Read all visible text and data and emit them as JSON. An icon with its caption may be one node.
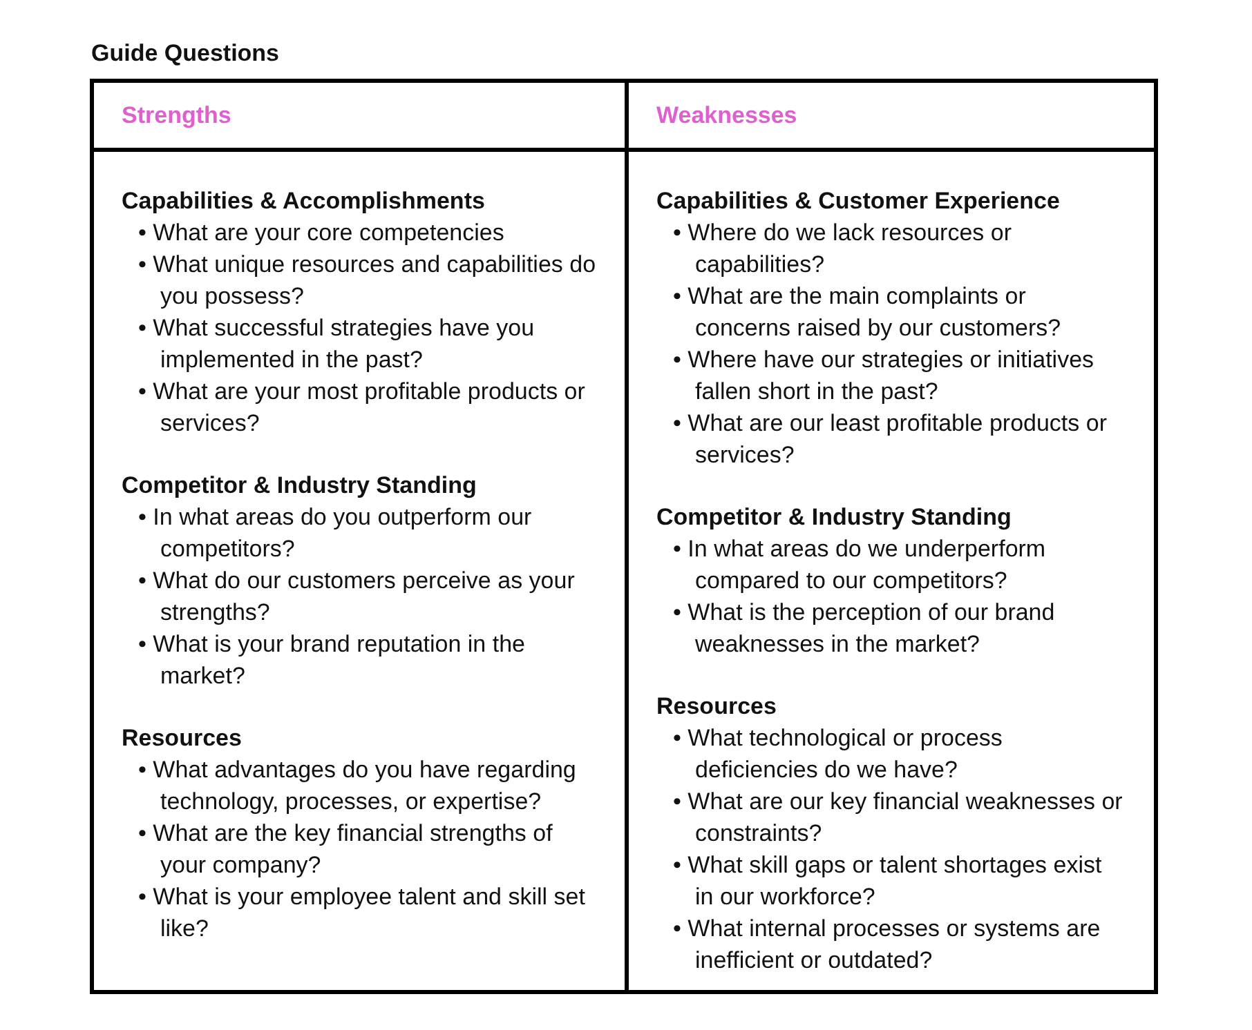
{
  "diagram": {
    "title": "Guide Questions",
    "nodes": [
      {
        "text": [
          "Strengths"
        ]
      },
      {
        "text": [
          "Weaknesses"
        ]
      },
      {
        "text": [
          "Capabilities & Accomplishments",
          "• What are your core competencies",
          "• What unique resources and capabilities do you possess?",
          "• What successful strategies have you implemented in the past?",
          "• What are your most profitable products or services?",
          "Competitor & Industry Standing",
          "• In what areas do you outperform our competitors?",
          "• What do our customers perceive as your strengths?",
          "• What is your brand reputation in the market?",
          "Resources",
          "• What advantages do you have regarding technology, processes, or expertise?",
          "• What are the key financial strengths of your company?",
          "• What is your employee talent and skill set like?"
        ]
      },
      {
        "text": [
          "Capabilities & Customer Experience",
          "• Where do we lack resources or capabilities?",
          "• What are the main complaints or concerns raised by our customers?",
          "• Where have our strategies or initiatives fallen short in the past?",
          "• What are our least profitable products or services?",
          "Competitor & Industry Standing",
          "• In what areas do we underperform compared to our competitors?",
          "• What is the perception of our brand weaknesses in the market?",
          "Resources",
          "• What technological or process deficiencies do we have?",
          "• What are our key financial weaknesses or constraints?",
          "• What skill gaps or talent shortages exist in our workforce?",
          "• What internal processes or systems are inefficient or outdated?"
        ]
      }
    ]
  }
}
